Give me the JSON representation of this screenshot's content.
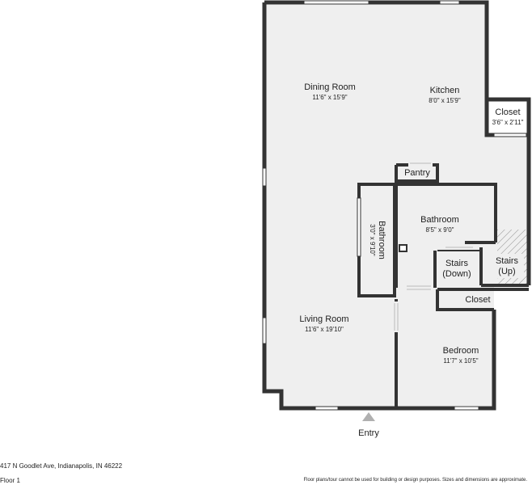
{
  "rooms": {
    "dining": {
      "name": "Dining Room",
      "dims": "11'6\" x 15'9\""
    },
    "kitchen": {
      "name": "Kitchen",
      "dims": "8'0\" x 15'9\""
    },
    "closet_top": {
      "name": "Closet",
      "dims": "3'6\" x 2'11\""
    },
    "pantry": {
      "name": "Pantry"
    },
    "bathroom_left": {
      "name": "Bathroom",
      "dims": "3'0\" x 9'10\""
    },
    "bathroom_center": {
      "name": "Bathroom",
      "dims": "8'5\" x 9'0\""
    },
    "stairs_down": {
      "line1": "Stairs",
      "line2": "(Down)"
    },
    "stairs_up": {
      "line1": "Stairs",
      "line2": "(Up)"
    },
    "closet_bottom": {
      "name": "Closet"
    },
    "living": {
      "name": "Living Room",
      "dims": "11'6\" x 19'10\""
    },
    "bedroom": {
      "name": "Bedroom",
      "dims": "11'7\" x 10'5\""
    }
  },
  "entry_label": "Entry",
  "footer": {
    "address": "417 N Goodlet Ave, Indianapolis, IN 46222",
    "floor": "Floor 1",
    "disclaimer": "Floor plans/tour cannot be used for building or design purposes. Sizes and dimensions are approximate."
  },
  "colors": {
    "wall": "#333333",
    "floor": "#efefef",
    "window": "#ffffff",
    "entry_marker": "#b0b0b0"
  }
}
